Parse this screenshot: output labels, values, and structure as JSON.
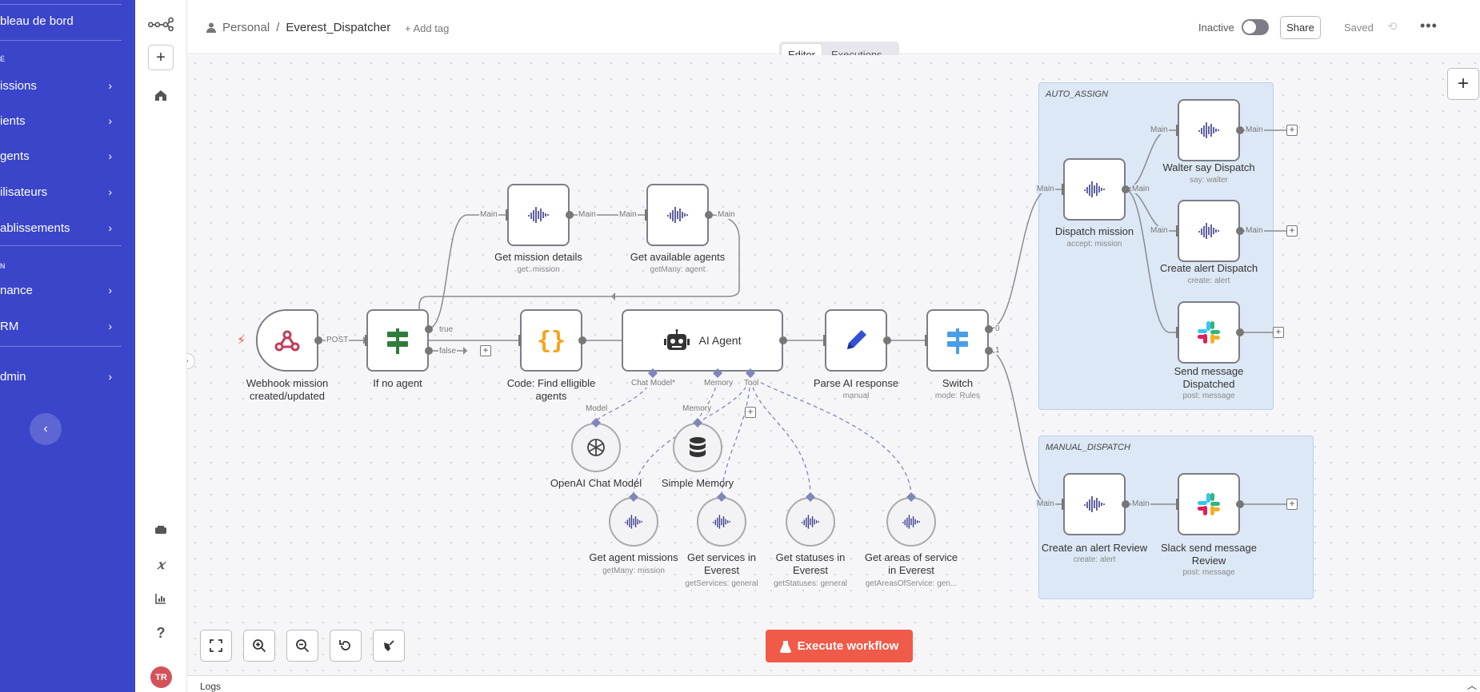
{
  "sidebar": {
    "items": [
      {
        "label": "bleau de bord"
      },
      {
        "label": "issions"
      },
      {
        "label": "ients"
      },
      {
        "label": "gents"
      },
      {
        "label": "ilisateurs"
      },
      {
        "label": "ablissements"
      },
      {
        "label": "nance"
      },
      {
        "label": "RM"
      },
      {
        "label": "dmin"
      }
    ],
    "sections": [
      "É",
      "N"
    ],
    "collapse_icon": "chevron-left-icon"
  },
  "rail": {
    "avatar_initials": "TR"
  },
  "header": {
    "project": "Personal",
    "separator": "/",
    "workflow_name": "Everest_Dispatcher",
    "add_tag": "+ Add tag",
    "status_label": "Inactive",
    "share_label": "Share",
    "saved_label": "Saved"
  },
  "tabs": [
    {
      "label": "Editor",
      "active": true
    },
    {
      "label": "Executions",
      "active": false
    }
  ],
  "groups": [
    {
      "label": "AUTO_ASSIGN"
    },
    {
      "label": "MANUAL_DISPATCH"
    }
  ],
  "nodes": {
    "webhook": {
      "label": "Webhook mission created/updated"
    },
    "if_no_agent": {
      "label": "If no agent"
    },
    "get_mission_details": {
      "label": "Get mission details",
      "sub": "get: mission"
    },
    "get_available_agents": {
      "label": "Get available agents",
      "sub": "getMany: agent"
    },
    "code_find": {
      "label": "Code: Find elligible agents"
    },
    "ai_agent": {
      "label": "AI Agent"
    },
    "parse_ai": {
      "label": "Parse AI response",
      "sub": "manual"
    },
    "switch": {
      "label": "Switch",
      "sub": "mode: Rules"
    },
    "openai_model": {
      "label": "OpenAI Chat Model"
    },
    "simple_memory": {
      "label": "Simple Memory"
    },
    "get_agent_missions": {
      "label": "Get agent missions",
      "sub": "getMany: mission"
    },
    "get_services": {
      "label": "Get services in Everest",
      "sub": "getServices: general"
    },
    "get_statuses": {
      "label": "Get statuses in Everest",
      "sub": "getStatuses: general"
    },
    "get_areas": {
      "label": "Get areas of service in Everest",
      "sub": "getAreasOfService: gen..."
    },
    "dispatch_mission": {
      "label": "Dispatch mission",
      "sub": "accept: mission"
    },
    "walter_say": {
      "label": "Walter say Dispatch",
      "sub": "say: walter"
    },
    "create_alert_dispatch": {
      "label": "Create alert Dispatch",
      "sub": "create: alert"
    },
    "send_message_dispatched": {
      "label": "Send message Dispatched",
      "sub": "post: message"
    },
    "create_alert_review": {
      "label": "Create an alert Review",
      "sub": "create: alert"
    },
    "slack_review": {
      "label": "Slack send message Review",
      "sub": "post: message"
    }
  },
  "ports": {
    "post": "POST",
    "true": "true",
    "false": "false",
    "main": "Main",
    "chat_model": "Chat Model*",
    "memory": "Memory",
    "tool": "Tool",
    "model": "Model",
    "zero": "0",
    "one": "1"
  },
  "execute_label": "Execute workflow",
  "logs_label": "Logs",
  "colors": {
    "sidebar_bg": "#3a45c9",
    "execute_bg": "#f05a48",
    "group_bg": "#dce8f5",
    "node_border": "#7d7d87",
    "if_green": "#2e7d3a",
    "code_orange": "#f7a41d",
    "pen_blue": "#3451d1",
    "switch_blue": "#4a9ee8"
  }
}
